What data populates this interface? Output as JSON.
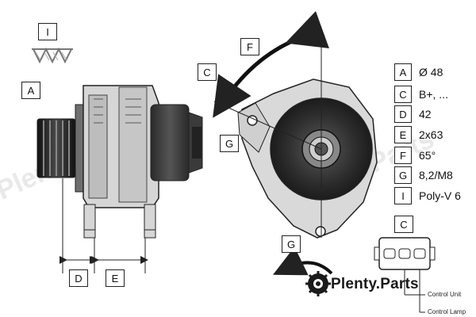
{
  "watermark": {
    "text_a": "Plenty.Parts",
    "text_b": "Plenty.Parts"
  },
  "callouts": {
    "top_i": "I",
    "left_a": "A",
    "upper_c": "C",
    "top_f": "F",
    "mid_g": "G",
    "lower_g": "G",
    "dim_d": "D",
    "dim_e": "E",
    "connector_c": "C"
  },
  "specs": [
    {
      "key": "A",
      "value": "Ø 48"
    },
    {
      "key": "C",
      "value": "B+, ..."
    },
    {
      "key": "D",
      "value": "42"
    },
    {
      "key": "E",
      "value": "2x63"
    },
    {
      "key": "F",
      "value": "65°"
    },
    {
      "key": "G",
      "value": "8,2/M8"
    },
    {
      "key": "I",
      "value": "Poly-V 6"
    }
  ],
  "connector": {
    "pin_labels": [
      "Control Unit",
      "Control Lamp"
    ]
  },
  "brand": {
    "name": "Plenty.Parts",
    "logo": "plenty-parts-gear-logo"
  },
  "colors": {
    "line": "#222222",
    "body_dark": "#3a3a3a",
    "body_mid": "#7d7d7d",
    "body_light": "#d2d2d2",
    "watermark": "#e9e9e9"
  }
}
